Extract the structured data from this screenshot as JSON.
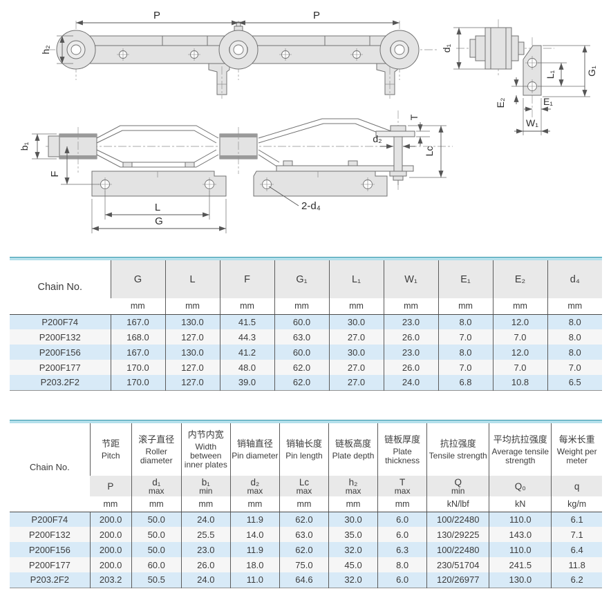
{
  "drawings": {
    "labels": {
      "p": "P",
      "h2": "h₂",
      "d1": "d₁",
      "l1": "L₁",
      "g1": "G₁",
      "e2": "E₂",
      "e1": "E₁",
      "w1": "W₁",
      "b1": "b₁",
      "f": "F",
      "l": "L",
      "g": "G",
      "d2": "d₂",
      "t": "T",
      "lc": "Lc",
      "two_d4": "2-d₄"
    }
  },
  "table1": {
    "chain_no_label": "Chain No.",
    "columns": [
      {
        "symbol": "G",
        "unit": "mm"
      },
      {
        "symbol": "L",
        "unit": "mm"
      },
      {
        "symbol": "F",
        "unit": "mm"
      },
      {
        "symbol": "G₁",
        "unit": "mm"
      },
      {
        "symbol": "L₁",
        "unit": "mm"
      },
      {
        "symbol": "W₁",
        "unit": "mm"
      },
      {
        "symbol": "E₁",
        "unit": "mm"
      },
      {
        "symbol": "E₂",
        "unit": "mm"
      },
      {
        "symbol": "d₄",
        "unit": "mm"
      }
    ],
    "rows": [
      {
        "chain_no": "P200F74",
        "values": [
          "167.0",
          "130.0",
          "41.5",
          "60.0",
          "30.0",
          "23.0",
          "8.0",
          "12.0",
          "8.0"
        ]
      },
      {
        "chain_no": "P200F132",
        "values": [
          "168.0",
          "127.0",
          "44.3",
          "63.0",
          "27.0",
          "26.0",
          "7.0",
          "7.0",
          "8.0"
        ]
      },
      {
        "chain_no": "P200F156",
        "values": [
          "167.0",
          "130.0",
          "41.2",
          "60.0",
          "30.0",
          "23.0",
          "8.0",
          "12.0",
          "8.0"
        ]
      },
      {
        "chain_no": "P200F177",
        "values": [
          "170.0",
          "127.0",
          "48.0",
          "62.0",
          "27.0",
          "26.0",
          "7.0",
          "7.0",
          "7.0"
        ]
      },
      {
        "chain_no": "P203.2F2",
        "values": [
          "170.0",
          "127.0",
          "39.0",
          "62.0",
          "27.0",
          "24.0",
          "6.8",
          "10.8",
          "6.5"
        ]
      }
    ]
  },
  "table2": {
    "chain_no_label": "Chain No.",
    "columns": [
      {
        "cn": "节距",
        "en": "Pitch",
        "symbol": "P",
        "qualifier": "",
        "unit": "mm"
      },
      {
        "cn": "滚子直径",
        "en": "Roller diameter",
        "symbol": "d₁",
        "qualifier": "max",
        "unit": "mm"
      },
      {
        "cn": "内节内宽",
        "en": "Width between inner plates",
        "symbol": "b₁",
        "qualifier": "min",
        "unit": "mm"
      },
      {
        "cn": "销轴直径",
        "en": "Pin diameter",
        "symbol": "d₂",
        "qualifier": "max",
        "unit": "mm"
      },
      {
        "cn": "销轴长度",
        "en": "Pin length",
        "symbol": "Lc",
        "qualifier": "max",
        "unit": "mm"
      },
      {
        "cn": "链板高度",
        "en": "Plate depth",
        "symbol": "h₂",
        "qualifier": "max",
        "unit": "mm"
      },
      {
        "cn": "链板厚度",
        "en": "Plate thickness",
        "symbol": "T",
        "qualifier": "max",
        "unit": "mm"
      },
      {
        "cn": "抗拉强度",
        "en": "Tensile strength",
        "symbol": "Q",
        "qualifier": "min",
        "unit": "kN/lbf"
      },
      {
        "cn": "平均抗拉强度",
        "en": "Average tensile strength",
        "symbol": "Q₀",
        "qualifier": "",
        "unit": "kN"
      },
      {
        "cn": "每米长重",
        "en": "Weight per meter",
        "symbol": "q",
        "qualifier": "",
        "unit": "kg/m"
      }
    ],
    "rows": [
      {
        "chain_no": "P200F74",
        "values": [
          "200.0",
          "50.0",
          "24.0",
          "11.9",
          "62.0",
          "30.0",
          "6.0",
          "100/22480",
          "110.0",
          "6.1"
        ]
      },
      {
        "chain_no": "P200F132",
        "values": [
          "200.0",
          "50.0",
          "25.5",
          "14.0",
          "63.0",
          "35.0",
          "6.0",
          "130/29225",
          "143.0",
          "7.1"
        ]
      },
      {
        "chain_no": "P200F156",
        "values": [
          "200.0",
          "50.0",
          "23.0",
          "11.9",
          "62.0",
          "32.0",
          "6.3",
          "100/22480",
          "110.0",
          "6.4"
        ]
      },
      {
        "chain_no": "P200F177",
        "values": [
          "200.0",
          "60.0",
          "26.0",
          "18.0",
          "75.0",
          "45.0",
          "8.0",
          "230/51704",
          "241.5",
          "11.8"
        ]
      },
      {
        "chain_no": "P203.2F2",
        "values": [
          "203.2",
          "50.5",
          "24.0",
          "11.0",
          "64.6",
          "32.0",
          "6.0",
          "120/26977",
          "130.0",
          "6.2"
        ]
      }
    ]
  }
}
